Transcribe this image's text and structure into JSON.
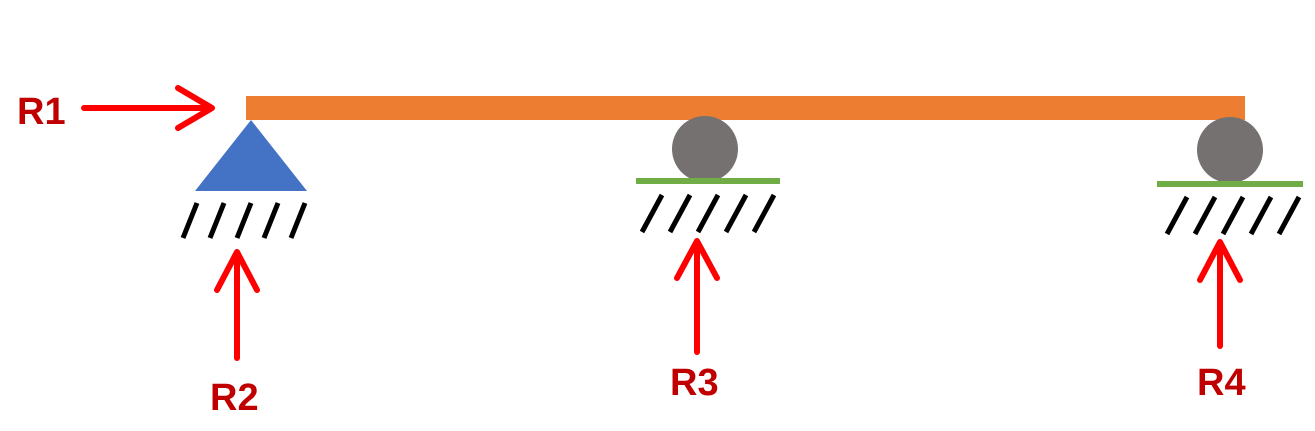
{
  "reactions": [
    {
      "id": "R1",
      "label": "R1"
    },
    {
      "id": "R2",
      "label": "R2"
    },
    {
      "id": "R3",
      "label": "R3"
    },
    {
      "id": "R4",
      "label": "R4"
    }
  ],
  "supports": [
    {
      "type": "pin",
      "reactions": [
        "R1",
        "R2"
      ]
    },
    {
      "type": "roller",
      "reactions": [
        "R3"
      ]
    },
    {
      "type": "roller",
      "reactions": [
        "R4"
      ]
    }
  ],
  "colors": {
    "background": "#ffffff",
    "beam": "#ed7d31",
    "pin_support": "#4472c4",
    "roller": "#767171",
    "roller_base": "#70ad47",
    "hatch": "#000000",
    "arrow": "#ff0000",
    "label": "#c00000"
  }
}
